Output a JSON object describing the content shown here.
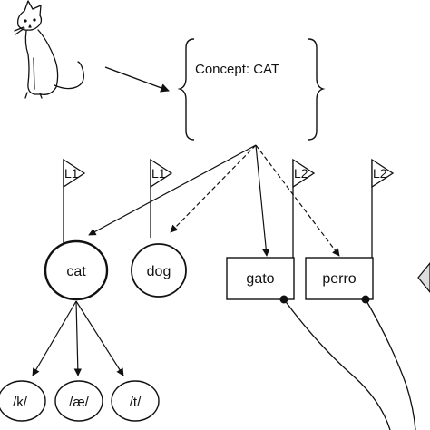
{
  "concept": {
    "label": "Concept: CAT"
  },
  "flags": [
    {
      "id": "flag-cat",
      "label": "L1"
    },
    {
      "id": "flag-dog",
      "label": "L1"
    },
    {
      "id": "flag-gato",
      "label": "L2"
    },
    {
      "id": "flag-perro",
      "label": "L2"
    }
  ],
  "words": {
    "l1": [
      {
        "label": "cat",
        "link": "solid"
      },
      {
        "label": "dog",
        "link": "dashed"
      }
    ],
    "l2": [
      {
        "label": "gato",
        "link": "solid"
      },
      {
        "label": "perro",
        "link": "dashed"
      }
    ]
  },
  "phonemes": [
    "/k/",
    "/æ/",
    "/t/"
  ],
  "icons": {
    "cat": "cat-sketch-icon"
  },
  "colors": {
    "ink": "#111111",
    "background": "#ffffff",
    "partial_node": "#dddddd"
  }
}
